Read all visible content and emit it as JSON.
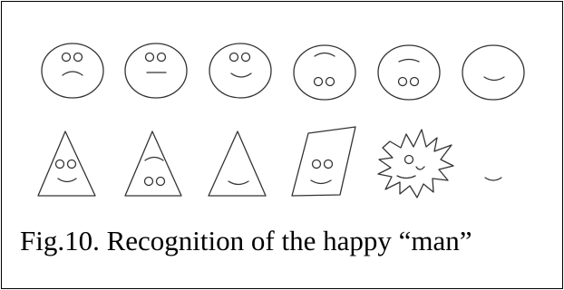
{
  "figure": {
    "caption": "Fig.10. Recognition of the happy “man”",
    "stroke_color": "#333333",
    "rows": [
      {
        "name": "face-row",
        "items": [
          {
            "shape": "circle",
            "features": "eyes-frown"
          },
          {
            "shape": "circle",
            "features": "eyes-neutral"
          },
          {
            "shape": "circle",
            "features": "eyes-smile"
          },
          {
            "shape": "circle",
            "features": "inverted"
          },
          {
            "shape": "circle",
            "features": "inverted-flat"
          },
          {
            "shape": "circle",
            "features": "smile-only"
          }
        ]
      },
      {
        "name": "shape-row",
        "items": [
          {
            "shape": "triangle",
            "features": "eyes-smile"
          },
          {
            "shape": "triangle",
            "features": "inverted"
          },
          {
            "shape": "triangle",
            "features": "smile-only"
          },
          {
            "shape": "parallelogram",
            "features": "eyes-smile"
          },
          {
            "shape": "star-burst",
            "features": "scrambled"
          },
          {
            "shape": "none",
            "features": "smile-only"
          }
        ]
      }
    ]
  }
}
